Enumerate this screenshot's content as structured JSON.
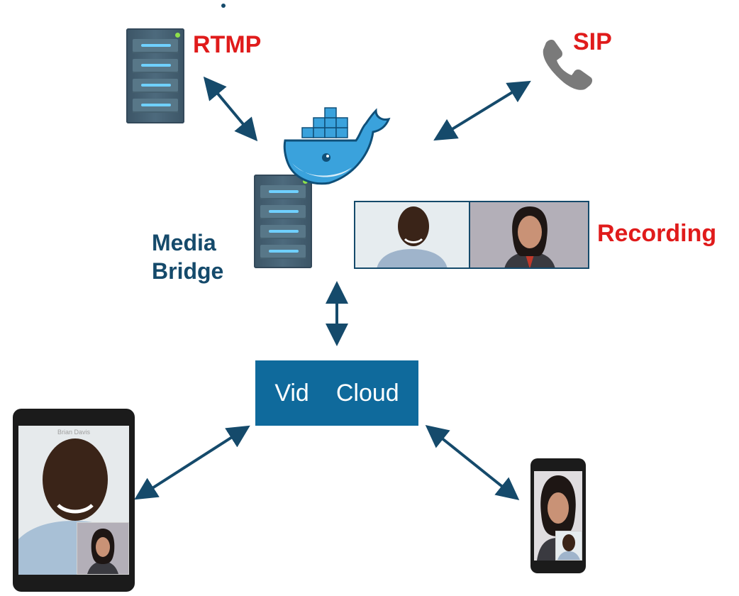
{
  "labels": {
    "rtmp": "RTMP",
    "sip": "SIP",
    "recording": "Recording",
    "media_bridge_line1": "Media",
    "media_bridge_line2": "Bridge",
    "vid": "Vid",
    "cloud": "Cloud",
    "tablet_caller_name": "Brian Davis"
  },
  "colors": {
    "accent_red": "#e01b1b",
    "label_blue": "#154a6b",
    "cloud_box": "#0f6a9c",
    "arrow": "#154a6b",
    "phone_icon": "#7a7a7a",
    "docker_whale": "#3aa2dc"
  },
  "icons": {
    "rtmp_server": "server-icon",
    "sip_phone": "phone-icon",
    "docker": "docker-whale-icon",
    "media_server": "server-icon"
  }
}
